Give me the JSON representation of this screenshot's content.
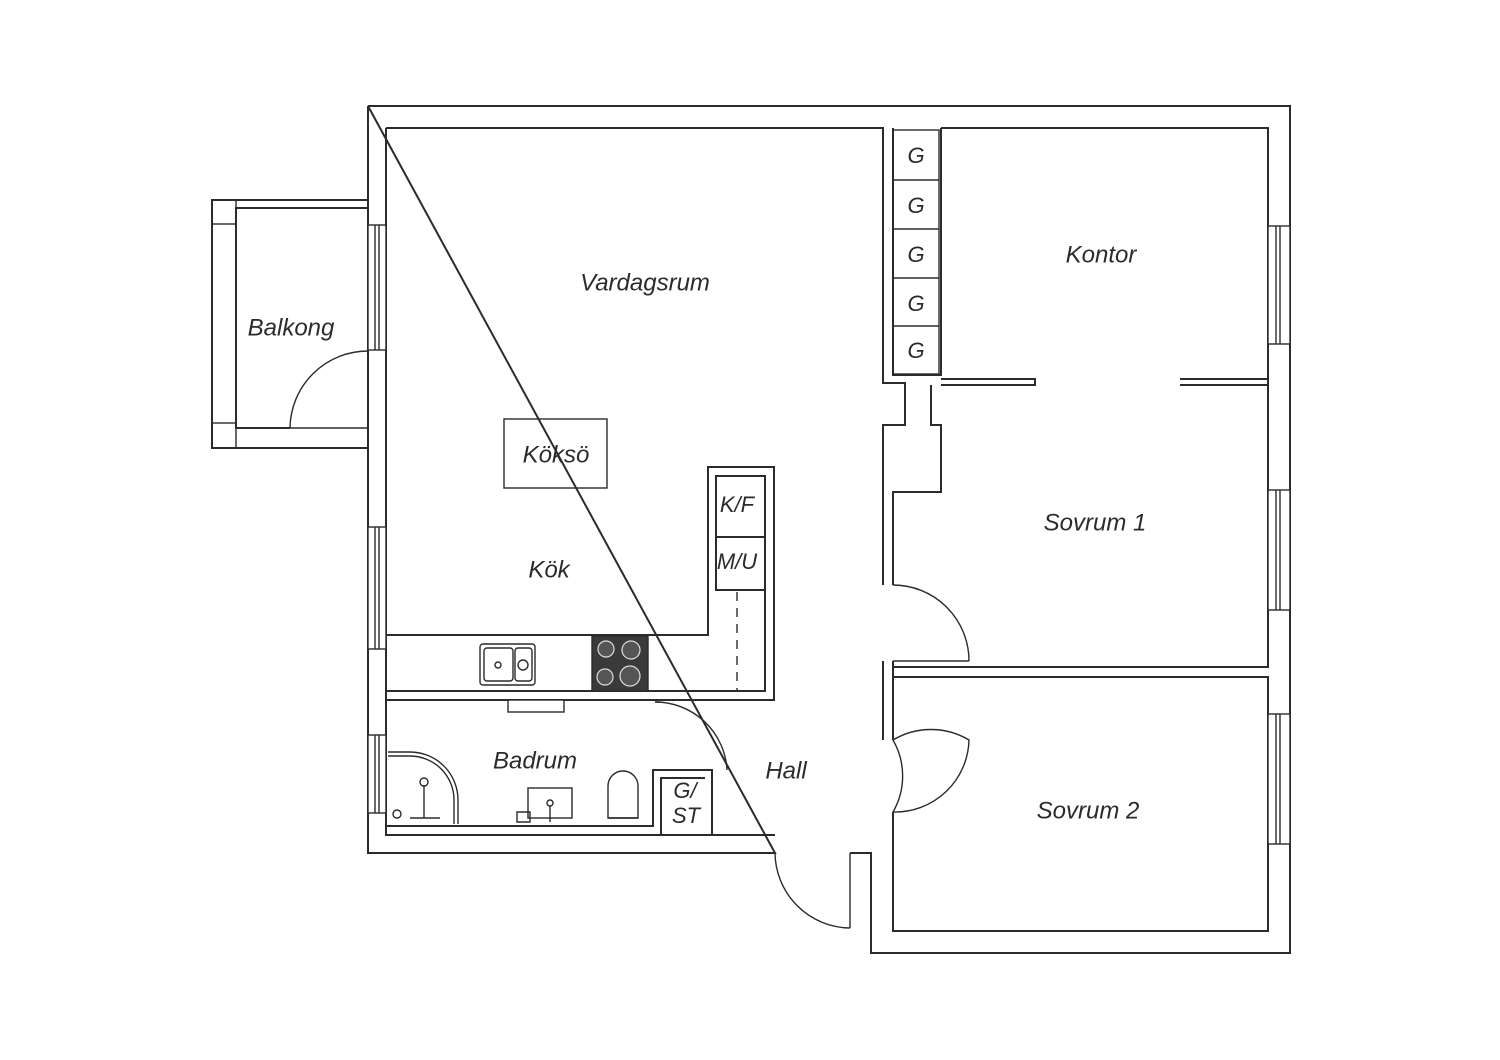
{
  "rooms": {
    "vardagsrum": "Vardagsrum",
    "balkong": "Balkong",
    "koksö": "Köksö",
    "kok": "Kök",
    "kf": "K/F",
    "mu": "M/U",
    "kontor": "Kontor",
    "sovrum1": "Sovrum 1",
    "sovrum2": "Sovrum 2",
    "badrum": "Badrum",
    "hall": "Hall",
    "gst_line1": "G/",
    "gst_line2": "ST"
  },
  "closets": [
    "G",
    "G",
    "G",
    "G",
    "G"
  ]
}
